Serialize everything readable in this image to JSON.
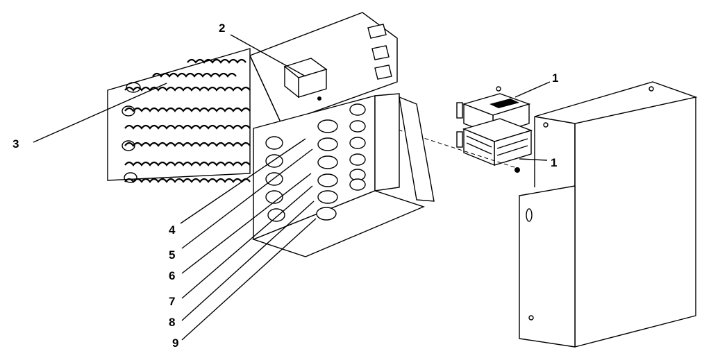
{
  "callouts": [
    {
      "id": "1a",
      "label": "1"
    },
    {
      "id": "1b",
      "label": "1"
    },
    {
      "id": "2",
      "label": "2"
    },
    {
      "id": "3",
      "label": "3"
    },
    {
      "id": "4",
      "label": "4"
    },
    {
      "id": "5",
      "label": "5"
    },
    {
      "id": "6",
      "label": "6"
    },
    {
      "id": "7",
      "label": "7"
    },
    {
      "id": "8",
      "label": "8"
    },
    {
      "id": "9",
      "label": "9"
    }
  ]
}
